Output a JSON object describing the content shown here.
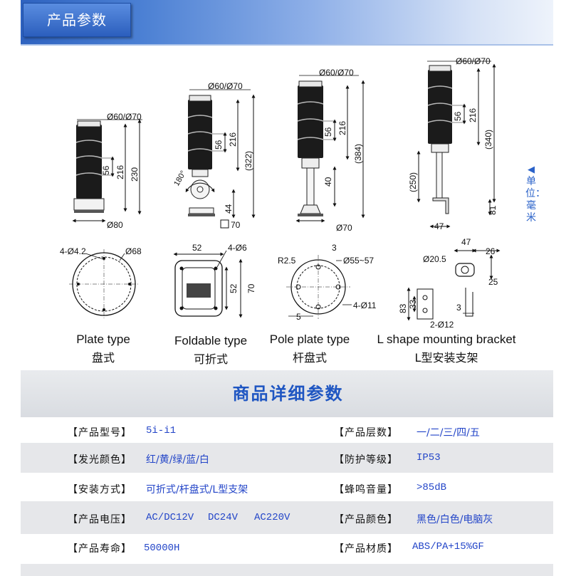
{
  "header": {
    "title": "产品参数"
  },
  "unit_note": "单位：毫米",
  "dims": {
    "plate": {
      "d": "Ø60/Ø70",
      "h56": "56",
      "h216": "216",
      "h230": "230",
      "base": "Ø80"
    },
    "foldable": {
      "d": "Ø60/Ø70",
      "h56": "56",
      "h216": "216",
      "h322": "(322)",
      "angle": "180°",
      "h44": "44",
      "base": "70"
    },
    "pole": {
      "d": "Ø60/Ø70",
      "h56": "56",
      "h216": "216",
      "h384": "(384)",
      "h40": "40",
      "base": "Ø70"
    },
    "lshape": {
      "d": "Ø60/Ø70",
      "h56": "56",
      "h216": "216",
      "h340": "(340)",
      "h250": "(250)",
      "h81": "81",
      "w47": "47"
    }
  },
  "bottom_dims": {
    "plate": {
      "holes": "4-Ø4.2",
      "d": "Ø68"
    },
    "foldable": {
      "w": "52",
      "holes": "4-Ø6",
      "h52": "52",
      "h70": "70"
    },
    "pole": {
      "r": "R2.5",
      "t": "3",
      "d": "Ø55~57",
      "holes": "4-Ø11",
      "w": "5"
    },
    "lshape": {
      "w47": "47",
      "d": "Ø20.5",
      "w26": "26",
      "h25": "25",
      "h83": "83",
      "h33": "33",
      "t": "3",
      "holes": "2-Ø12"
    }
  },
  "captions": [
    {
      "en": "Plate type",
      "zh": "盘式"
    },
    {
      "en": "Foldable type",
      "zh": "可折式"
    },
    {
      "en": "Pole plate type",
      "zh": "杆盘式"
    },
    {
      "en": "L shape mounting bracket",
      "zh": "L型安装支架"
    }
  ],
  "details": {
    "title": "商品详细参数",
    "rows": [
      {
        "l1": "【产品型号】",
        "v1": "5i-i1",
        "l2": "【产品层数】",
        "v2": "一/二/三/四/五"
      },
      {
        "l1": "【发光颜色】",
        "v1": "红/黄/绿/蓝/白",
        "l2": "【防护等级】",
        "v2": "IP53"
      },
      {
        "l1": "【安装方式】",
        "v1": "可折式/杆盘式/L型支架",
        "l2": "【蜂鸣音量】",
        "v2": ">85dB"
      },
      {
        "l1": "【产品电压】",
        "v1a": "AC/DC12V",
        "v1b": "DC24V",
        "v1c": "AC220V",
        "l2": "【产品颜色】",
        "v2": "黑色/白色/电脑灰"
      },
      {
        "l1": "【产品寿命】",
        "v1": "50000H",
        "l2": "【产品材质】",
        "v2": "ABS/PA+15%GF"
      }
    ]
  }
}
